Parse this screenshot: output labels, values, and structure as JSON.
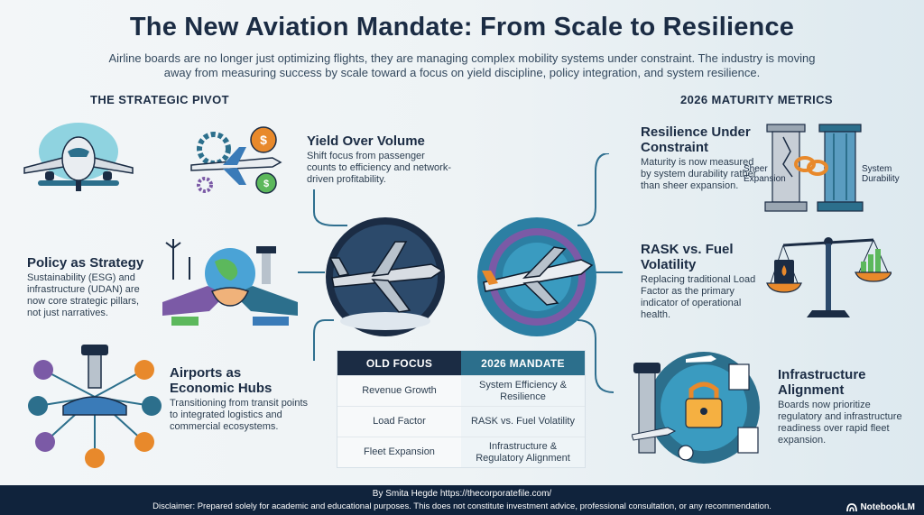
{
  "title": "The New Aviation Mandate: From Scale to Resilience",
  "subtitle": "Airline boards are no longer just optimizing flights, they are managing complex mobility systems under constraint. The industry is moving away from measuring success by scale toward a focus on yield discipline, policy integration, and system resilience.",
  "left_section": "THE STRATEGIC PIVOT",
  "right_section": "2026 MATURITY METRICS",
  "yield": {
    "title": "Yield Over Volume",
    "text": "Shift focus from passenger counts to efficiency and network-driven profitability."
  },
  "policy": {
    "title": "Policy as Strategy",
    "text": "Sustainability (ESG) and infrastructure (UDAN) are now core strategic pillars, not just narratives."
  },
  "airports": {
    "title_line1": "Airports as",
    "title_line2": "Economic Hubs",
    "text": "Transitioning from transit points to integrated logistics and commercial ecosystems."
  },
  "resilience": {
    "title_line1": "Resilience Under",
    "title_line2": "Constraint",
    "text": "Maturity is now measured by system durability rather than sheer expansion.",
    "label_left_1": "Sheer",
    "label_left_2": "Expansion",
    "label_right_1": "System",
    "label_right_2": "Durability"
  },
  "rask": {
    "title_line1": "RASK vs. Fuel",
    "title_line2": "Volatility",
    "text": "Replacing traditional Load Factor as the primary indicator of operational health."
  },
  "infra": {
    "title_line1": "Infrastructure",
    "title_line2": "Alignment",
    "text": "Boards now prioritize regulatory and infrastructure readiness over rapid fleet expansion."
  },
  "table": {
    "col1": "OLD FOCUS",
    "col2": "2026 MANDATE",
    "rows": [
      {
        "old": "Revenue Growth",
        "new": "System Efficiency & Resilience"
      },
      {
        "old": "Load Factor",
        "new": "RASK vs. Fuel Volatility"
      },
      {
        "old": "Fleet Expansion",
        "new": "Infrastructure & Regulatory Alignment"
      }
    ]
  },
  "footer": {
    "line1": "By Smita Hegde https://thecorporatefile.com/",
    "line2": "Disclaimer: Prepared solely for academic and educational purposes. This does not constitute investment advice, professional consultation, or any recommendation.",
    "brand": "NotebookLM"
  },
  "colors": {
    "navy": "#1b2c44",
    "teal": "#2c6f8c",
    "orange": "#e8892b",
    "footer_bg": "#10233c"
  }
}
